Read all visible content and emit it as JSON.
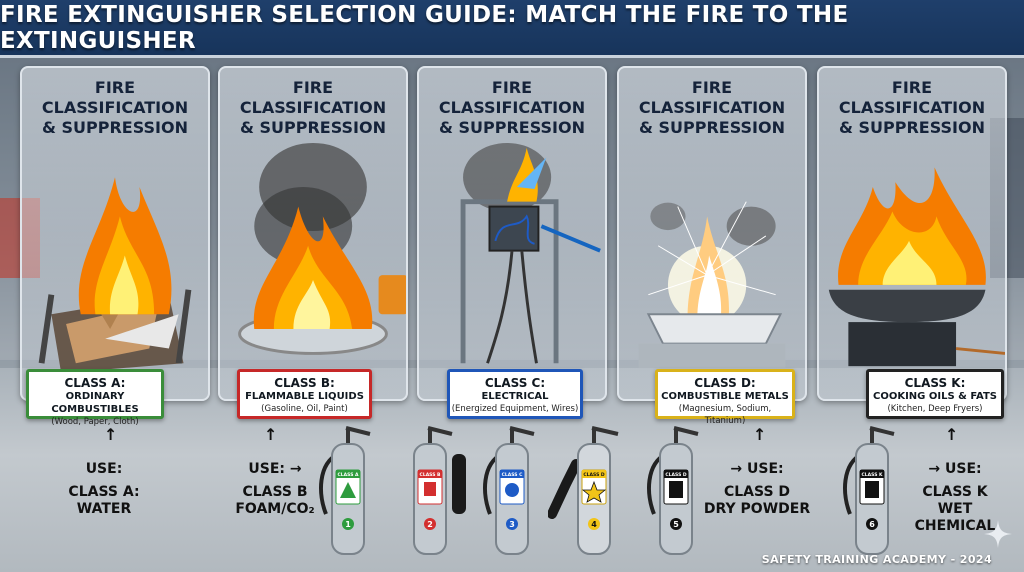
{
  "title": "FIRE EXTINGUISHER SELECTION GUIDE: MATCH THE FIRE TO THE EXTINGUISHER",
  "panel_title": "FIRE CLASSIFICATION\n& SUPPRESSION",
  "classes": [
    {
      "class": "CLASS A:",
      "name": "ORDINARY COMBUSTIBLES",
      "examples": "(Wood, Paper, Cloth)",
      "border": "#3a8d3a",
      "use": "USE:",
      "agent_l1": "CLASS A:",
      "agent_l2": "WATER"
    },
    {
      "class": "CLASS B:",
      "name": "FLAMMABLE LIQUIDS",
      "examples": "(Gasoline, Oil, Paint)",
      "border": "#c62828",
      "use": "USE: →",
      "agent_l1": "CLASS B",
      "agent_l2": "FOAM/CO₂"
    },
    {
      "class": "CLASS C:",
      "name": "ELECTRICAL",
      "examples": "(Energized Equipment, Wires)",
      "border": "#1f56b8",
      "use": "",
      "agent_l1": "",
      "agent_l2": ""
    },
    {
      "class": "CLASS D:",
      "name": "COMBUSTIBLE METALS",
      "examples": "(Magnesium, Sodium, Titanium)",
      "border": "#d9b21a",
      "use": "→ USE:",
      "agent_l1": "CLASS D",
      "agent_l2": "DRY POWDER"
    },
    {
      "class": "CLASS K:",
      "name": "COOKING OILS & FATS",
      "examples": "(Kitchen, Deep Fryers)",
      "border": "#222222",
      "use": "→ USE:",
      "agent_l1": "CLASS K",
      "agent_l2": "WET CHEMICAL"
    }
  ],
  "extinguishers": [
    {
      "label": "CLASS A",
      "number": "1",
      "color": "#2e9c3e"
    },
    {
      "label": "CLASS B",
      "number": "2",
      "color": "#d32f2f"
    },
    {
      "label": "CLASS C",
      "number": "3",
      "color": "#1e5bc6"
    },
    {
      "label": "CLASS D",
      "number": "4",
      "color": "#f2c418"
    },
    {
      "label": "CLASS D",
      "number": "5",
      "color": "#111111"
    },
    {
      "label": "CLASS K",
      "number": "6",
      "color": "#111111"
    }
  ],
  "footer": "SAFETY TRAINING ACADEMY - 2024"
}
